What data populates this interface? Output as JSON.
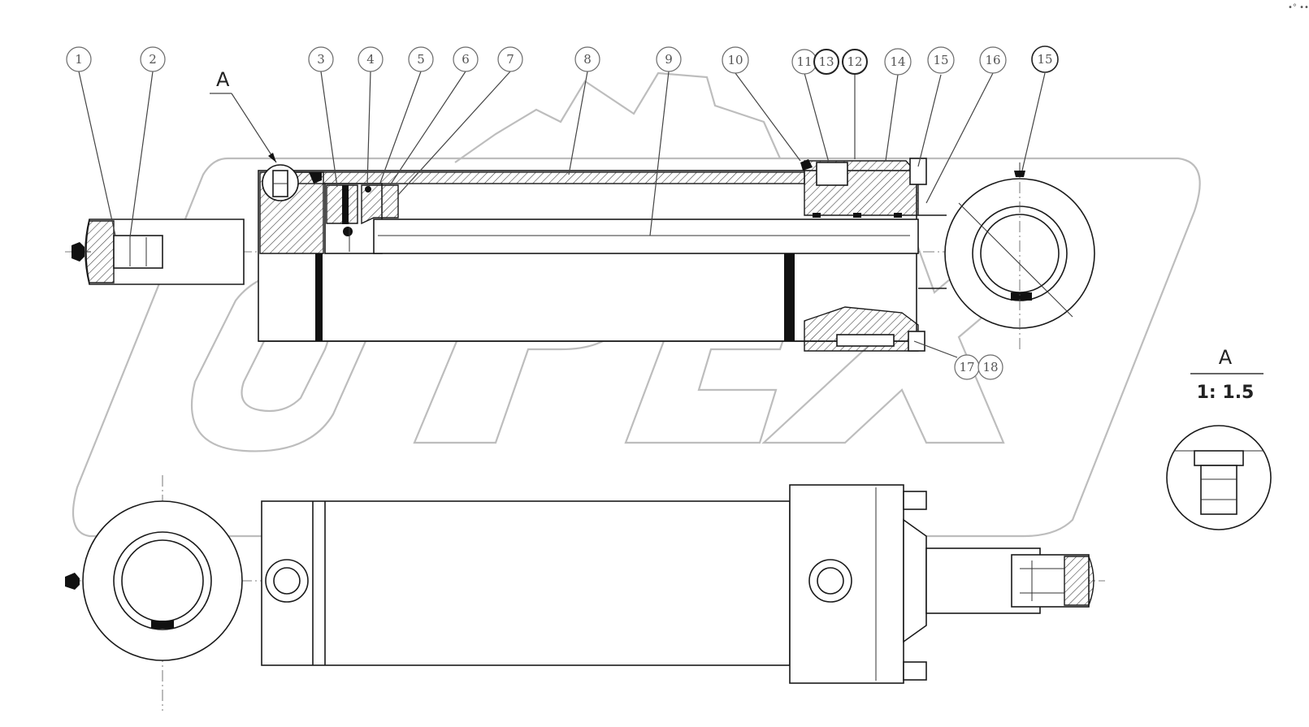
{
  "callouts": [
    "1",
    "2",
    "3",
    "4",
    "5",
    "6",
    "7",
    "8",
    "9",
    "10",
    "11",
    "13",
    "12",
    "14",
    "15",
    "16",
    "15",
    "17",
    "18"
  ],
  "section_view_label": "A",
  "detail_view": {
    "label": "A",
    "scale": "1: 1.5"
  },
  "watermark": "OPEX",
  "corner_mark": "•° ••"
}
